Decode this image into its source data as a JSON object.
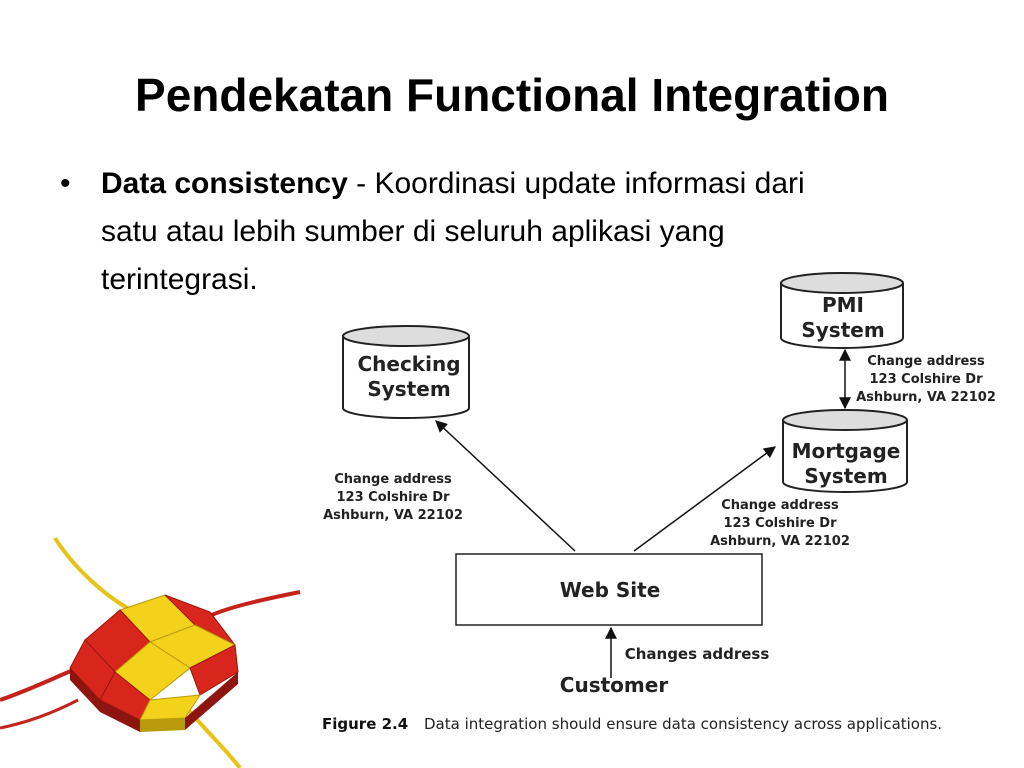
{
  "slide": {
    "title": "Pendekatan Functional Integration",
    "bullet": {
      "symbol": "•",
      "bold_term": "Data consistency",
      "line1_rest": " - Koordinasi update informasi dari",
      "line2": "satu atau lebih sumber di seluruh aplikasi yang",
      "line3": "terintegrasi."
    }
  },
  "diagram": {
    "nodes": {
      "checking": [
        "Checking",
        "System"
      ],
      "pmi": [
        "PMI",
        "System"
      ],
      "mortgage": [
        "Mortgage",
        "System"
      ],
      "website": "Web  Site",
      "customer": "Customer"
    },
    "labels": {
      "checking_edge": [
        "Change address",
        "123 Colshire Dr",
        "Ashburn, VA  22102"
      ],
      "mortgage_edge": [
        "Change address",
        "123 Colshire Dr",
        "Ashburn, VA  22102"
      ],
      "pmi_edge": [
        "Change address",
        "123 Colshire Dr",
        "Ashburn, VA  22102"
      ],
      "customer_edge": "Changes address"
    },
    "caption": {
      "figure": "Figure 2.4",
      "text": "Data integration should ensure data consistency across applications."
    }
  },
  "colors": {
    "puzzle_red": "#d9261c",
    "puzzle_yellow": "#f2d21b",
    "cable_red": "#c4221a",
    "cable_yellow": "#e8c316"
  },
  "icons": {
    "puzzle_image": "puzzle-pieces-icon"
  }
}
